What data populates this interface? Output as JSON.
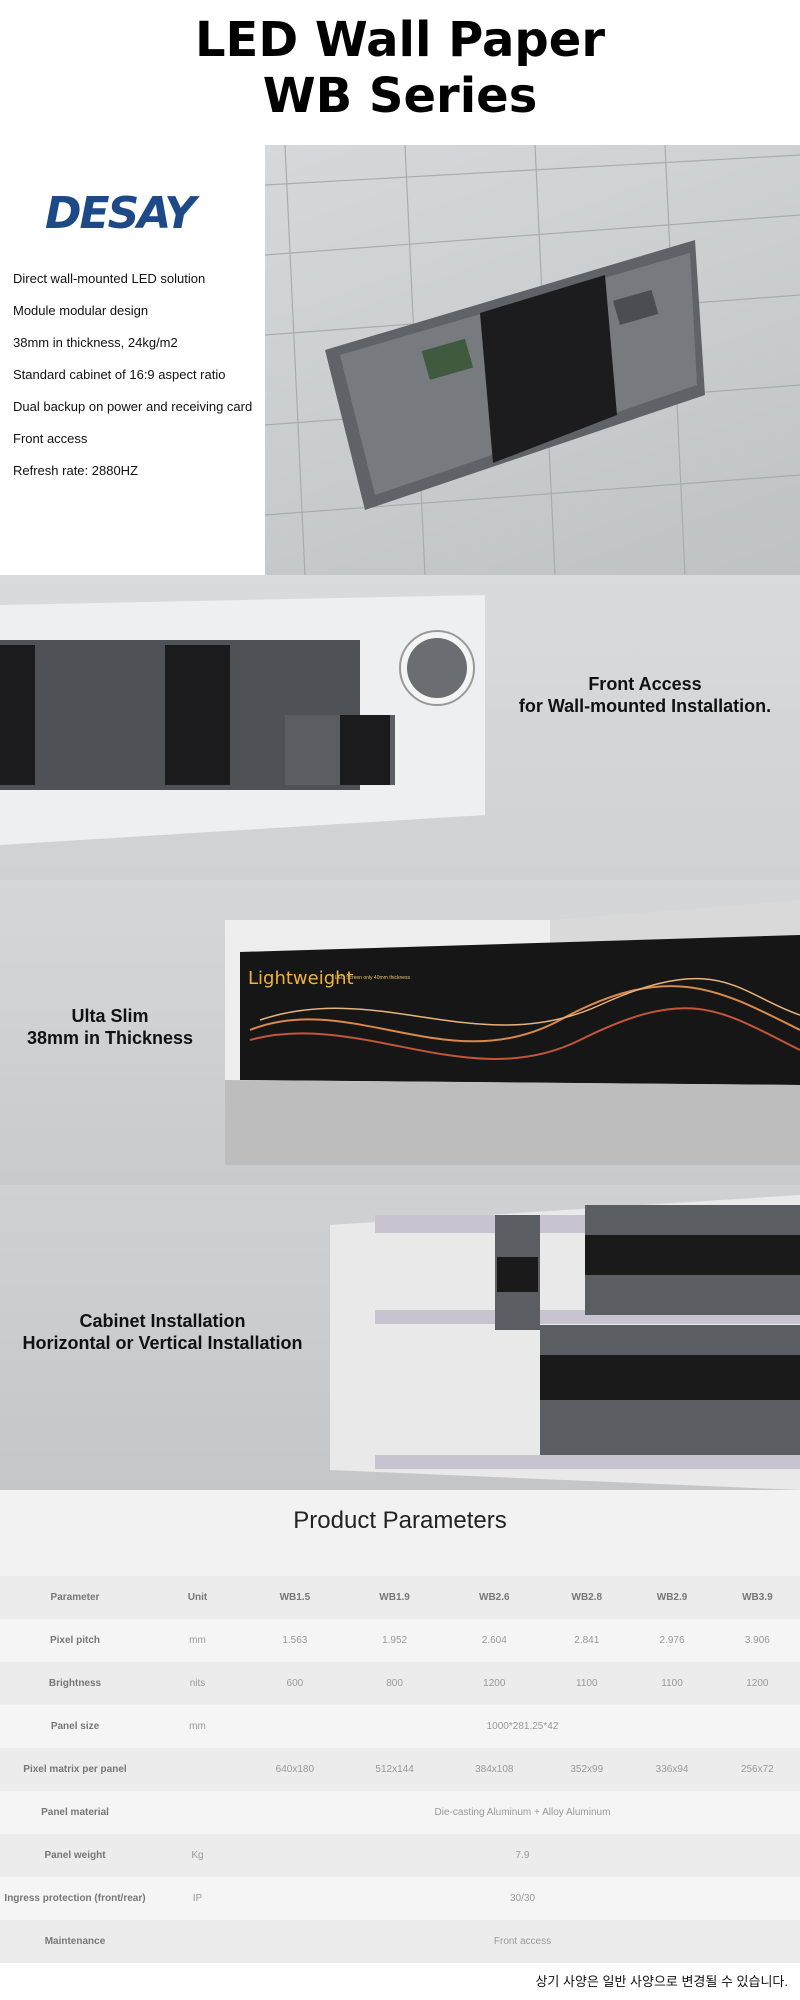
{
  "title": {
    "line1": "LED Wall Paper",
    "line2": "WB Series"
  },
  "brand": {
    "logo_text": "DESAY",
    "color": "#1d4a86"
  },
  "features": [
    "Direct wall-mounted LED solution",
    "Module modular design",
    "38mm in thickness, 24kg/m2",
    "Standard cabinet of 16:9 aspect ratio",
    "Dual backup on power and receiving card",
    "Front access",
    "Refresh rate: 2880HZ"
  ],
  "sections": {
    "front_access": {
      "line1": "Front Access",
      "line2": "for Wall-mounted Installation."
    },
    "slim": {
      "line1": "Ulta Slim",
      "line2": "38mm in Thickness",
      "screen_word": "Lightweight",
      "screen_sub": "LED Screen only 40mm thickness"
    },
    "cabinet": {
      "line1": "Cabinet Installation",
      "line2": "Horizontal or Vertical Installation"
    }
  },
  "params": {
    "title": "Product Parameters",
    "headers": [
      "Parameter",
      "Unit",
      "WB1.5",
      "WB1.9",
      "WB2.6",
      "WB2.8",
      "WB2.9",
      "WB3.9"
    ],
    "rows": [
      {
        "name": "Pixel  pitch",
        "unit": "mm",
        "values": [
          "1.563",
          "1.952",
          "2.604",
          "2.841",
          "2.976",
          "3.906"
        ]
      },
      {
        "name": "Brightness",
        "unit": "nits",
        "values": [
          "600",
          "800",
          "1200",
          "1100",
          "1100",
          "1200"
        ]
      },
      {
        "name": "Panel  size",
        "unit": "mm",
        "span": "1000*281.25*42"
      },
      {
        "name": "Pixel  matrix per panel",
        "unit": "",
        "values": [
          "640x180",
          "512x144",
          "384x108",
          "352x99",
          "336x94",
          "256x72"
        ]
      },
      {
        "name": "Panel  material",
        "unit": "",
        "span": "Die-casting  Aluminum + Alloy Aluminum"
      },
      {
        "name": "Panel  weight",
        "unit": "Kg",
        "span": "7.9"
      },
      {
        "name": "Ingress  protection (front/rear)",
        "unit": "IP",
        "span": "30/30"
      },
      {
        "name": "Maintenance",
        "unit": "",
        "span": "Front access"
      }
    ]
  },
  "note": "상기 사양은 일반 사양으로 변경될 수 있습니다."
}
